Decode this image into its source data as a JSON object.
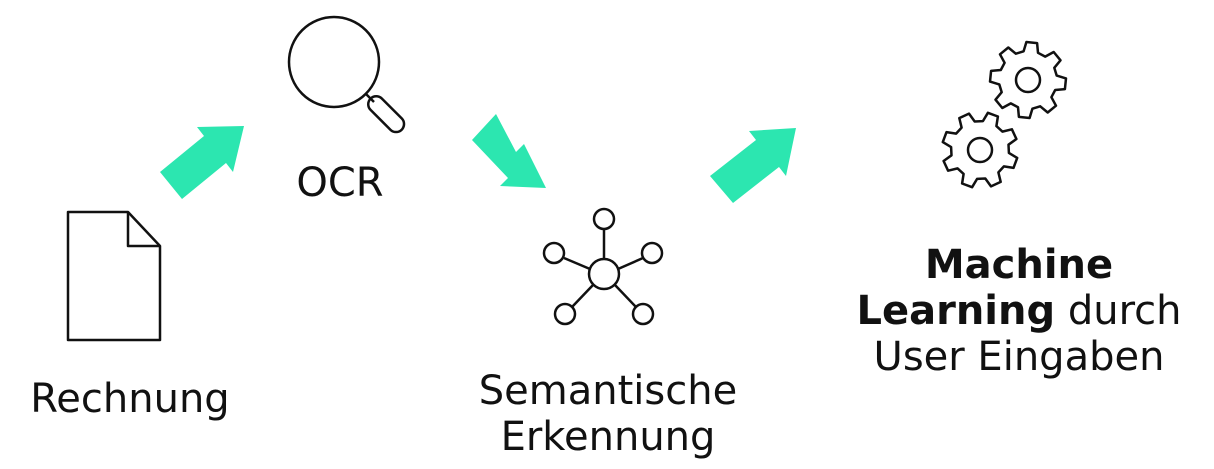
{
  "colors": {
    "arrow": "#2ce6b0",
    "stroke": "#111111",
    "background": "#ffffff"
  },
  "steps": [
    {
      "id": "rechnung",
      "icon": "document-icon",
      "label": "Rechnung"
    },
    {
      "id": "ocr",
      "icon": "magnifier-icon",
      "label": "OCR"
    },
    {
      "id": "semantic",
      "icon": "network-icon",
      "label_line1": "Semantische",
      "label_line2": "Erkennung"
    },
    {
      "id": "ml",
      "icon": "gears-icon",
      "label_bold_1": "Machine",
      "label_bold_2": "Learning",
      "label_rest_2": " durch",
      "label_line3": "User Eingaben"
    }
  ],
  "arrows": [
    {
      "from": "rechnung",
      "to": "ocr",
      "direction": "up-right"
    },
    {
      "from": "ocr",
      "to": "semantic",
      "direction": "down-right"
    },
    {
      "from": "semantic",
      "to": "ml",
      "direction": "up-right"
    }
  ]
}
